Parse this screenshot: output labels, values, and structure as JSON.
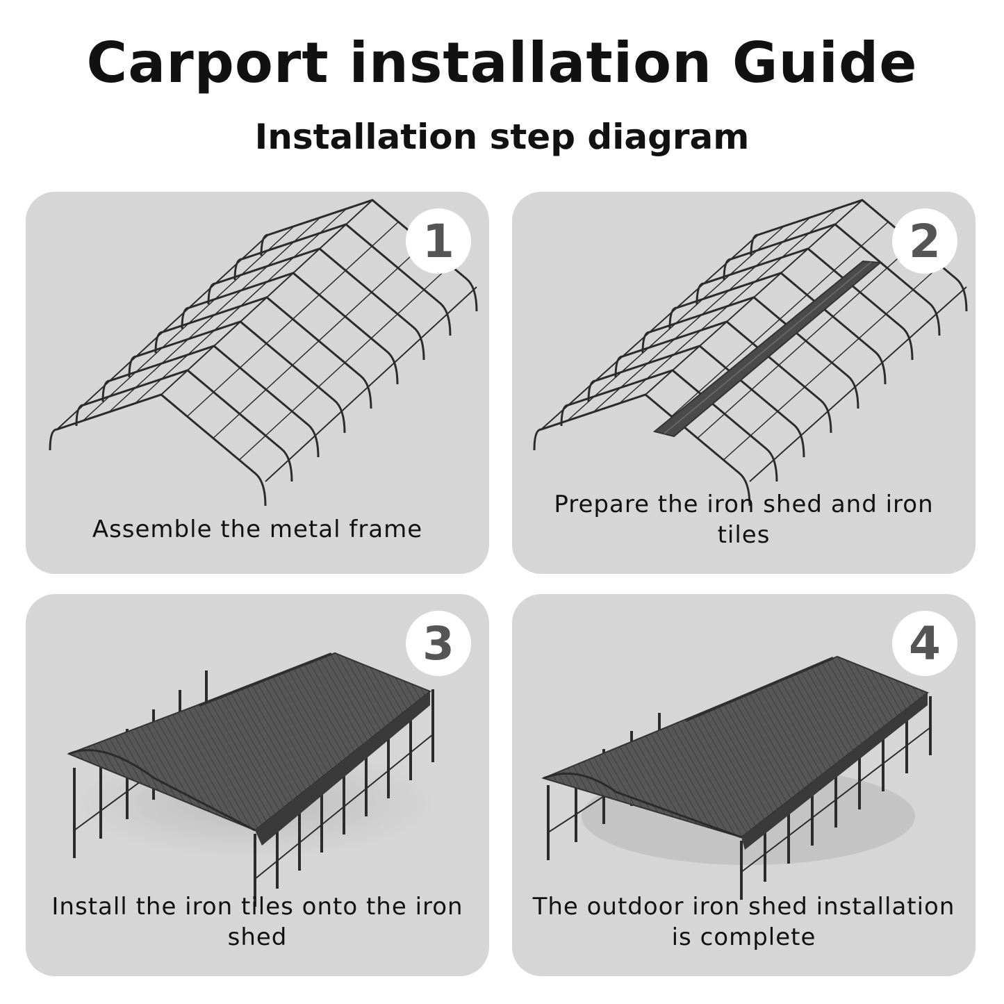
{
  "title": "Carport installation Guide",
  "subtitle": "Installation step diagram",
  "steps": [
    {
      "number": "1",
      "caption": "Assemble the metal frame"
    },
    {
      "number": "2",
      "caption": "Prepare the iron shed and iron tiles"
    },
    {
      "number": "3",
      "caption": "Install the iron tiles onto the iron shed"
    },
    {
      "number": "4",
      "caption": "The outdoor iron shed installation is complete"
    }
  ],
  "colors": {
    "panel": "#d6d6d6",
    "frame": "#2b2b2b",
    "roof": "#555555",
    "badge_text": "#555555"
  }
}
